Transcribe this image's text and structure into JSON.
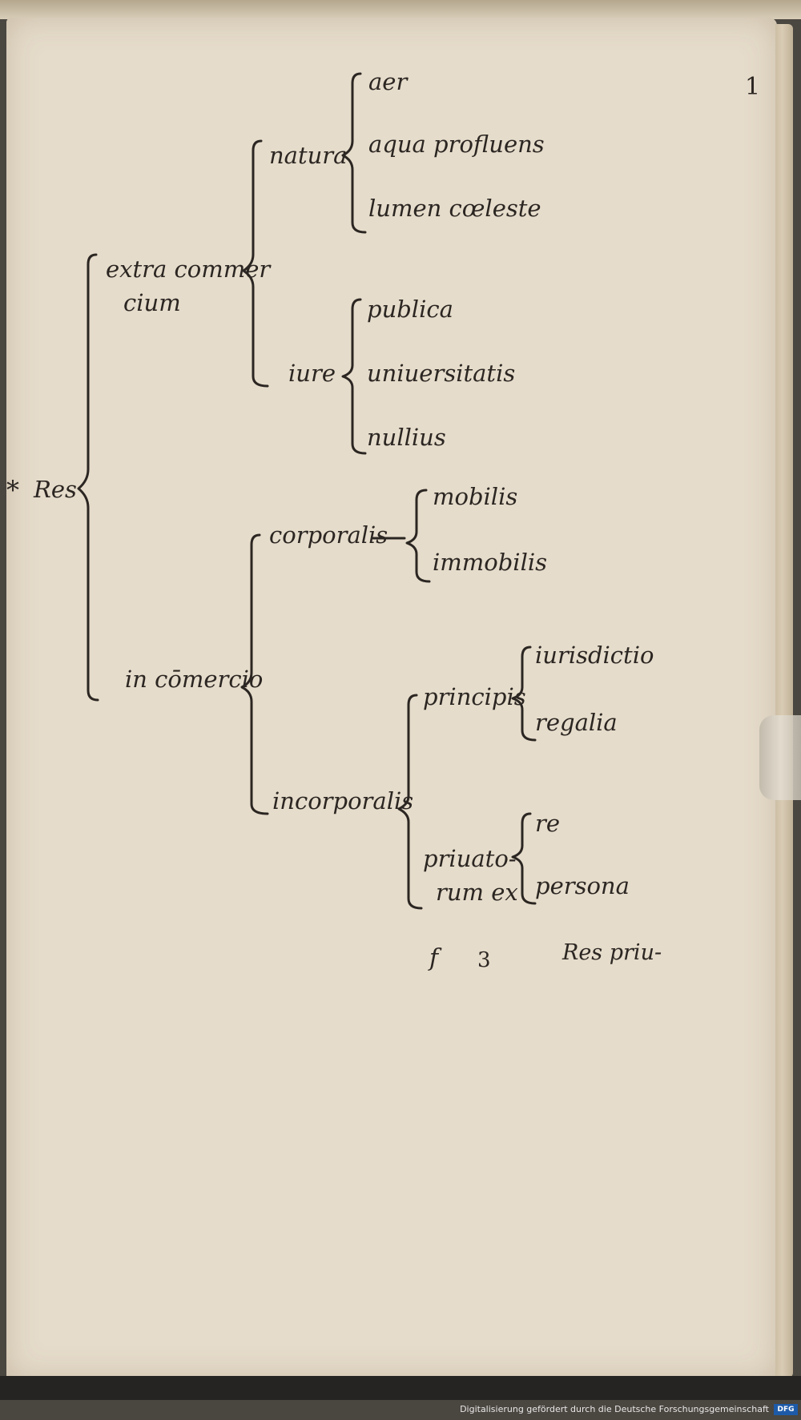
{
  "folio_mark": "1",
  "asterisk": "*",
  "tree": {
    "root": "Res",
    "branches": {
      "extra_line1": "extra commer",
      "extra_line2": "cium",
      "in_comercio": "in cōmercio",
      "natura": "natura",
      "iure": "iure",
      "corporalis": "corporalis",
      "incorporalis": "incorporalis",
      "principis": "principis",
      "priuato_line1": "priuato-",
      "priuato_line2": "rum ex"
    },
    "leaves": {
      "aer": "aer",
      "aqua_profluens": "aqua profluens",
      "lumen_coeleste": "lumen cœleste",
      "publica": "publica",
      "uniuersitatis": "uniuersitatis",
      "nullius": "nullius",
      "mobilis": "mobilis",
      "immobilis": "immobilis",
      "iurisdictio": "iurisdictio",
      "regalia": "regalia",
      "re": "re",
      "persona": "persona"
    }
  },
  "footer": {
    "signature": "f",
    "signature_number": "3",
    "catchword": "Res priu-"
  },
  "digitization_credit": "Digitalisierung gefördert durch die Deutsche Forschungsgemeinschaft",
  "dfg_logo": "DFG"
}
